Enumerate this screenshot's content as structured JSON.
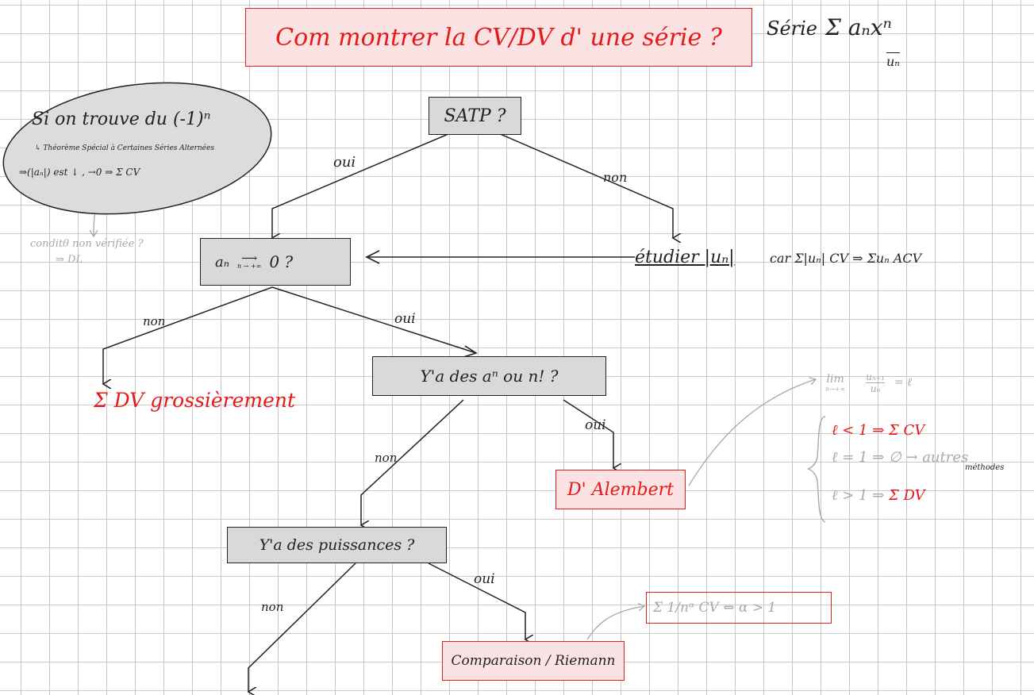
{
  "title": {
    "question": "Com montrer la CV/DV d' une série ?",
    "serie_label": "Série",
    "serie_formula": "Σ aₙxⁿ",
    "serie_under": "uₙ"
  },
  "bubble": {
    "line1": "Si on trouve du (-1)ⁿ",
    "line2": "↳ Théorème Spécial à Certaines Séries Alternées",
    "line3": "⇒(|aₙ|) est ↓ , →0  ⇒ Σ CV",
    "cond_line1": "conditθ non vérifiée ?",
    "cond_line2": "⇒ DL"
  },
  "nodes": {
    "satp": "SATP ?",
    "an_prefix": "aₙ",
    "an_limit": "n → +∞",
    "an_suffix": "0   ?",
    "etudier": "étudier  |uₙ|",
    "etudier_note": "car Σ|uₙ| CV ⇒ Σuₙ ACV",
    "dv": "Σ DV grossièrement",
    "yades": "Y'a des aⁿ ou n! ?",
    "dalembert": "D' Alembert",
    "puissances": "Y'a des puissances ?",
    "comparaison": "Comparaison / Riemann"
  },
  "edges": {
    "oui_satp": "oui",
    "non_satp": "non",
    "non_an": "non",
    "oui_an": "oui",
    "non_yades": "non",
    "oui_yades": "oui",
    "non_puiss": "non",
    "oui_puiss": "oui"
  },
  "dalembert_note": {
    "lim": "lim",
    "lim_sub": "n→+∞",
    "ratio_num": "uₙ₊₁",
    "ratio_den": "uₙ",
    "eq": "= ℓ",
    "case1": "ℓ < 1  ⇒  Σ CV",
    "case2_a": "ℓ = 1  ⇒  ∅ → autres",
    "case2_b": "méthodes",
    "case3_a": "ℓ > 1  ⇒  ",
    "case3_b": "Σ DV"
  },
  "riemann_note": "Σ 1/nᵅ  CV ⇔ α > 1",
  "colors": {
    "red": "#e81818",
    "ink": "#222222",
    "grey_fill": "#d9d9d9",
    "pink_fill": "#fbe3e3",
    "faint": "#a8a8a8"
  }
}
